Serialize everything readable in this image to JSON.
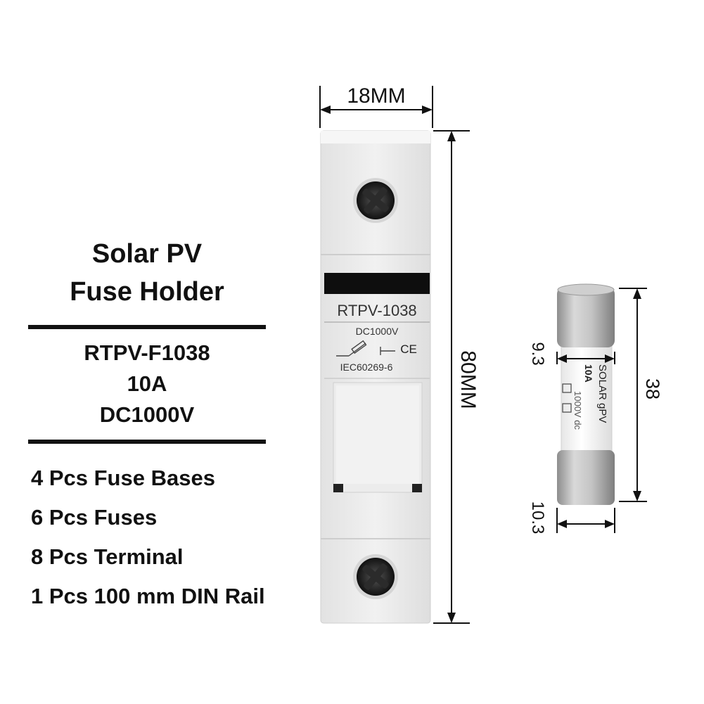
{
  "product": {
    "title_line1": "Solar PV",
    "title_line2": "Fuse Holder",
    "specs": [
      "RTPV-F1038",
      "10A",
      "DC1000V"
    ],
    "package": [
      "4 Pcs Fuse Bases",
      "6 Pcs Fuses",
      "8 Pcs Terminal",
      "1 Pcs 100 mm DIN Rail"
    ]
  },
  "holder": {
    "model": "RTPV-1038",
    "voltage": "DC1000V",
    "standard": "IEC60269-6",
    "mark": "CE",
    "width_label": "18MM",
    "height_label": "80MM"
  },
  "fuse": {
    "brand_line": "SOLAR gPV",
    "rating": "10A",
    "voltage": "1000V dc",
    "length_label": "38",
    "diameter_label_top": "9.3",
    "diameter_label_bottom": "10.3"
  },
  "colors": {
    "body": "#ebebeb",
    "label_bar": "#0e0e0e",
    "metal": "#b8b8b8"
  }
}
